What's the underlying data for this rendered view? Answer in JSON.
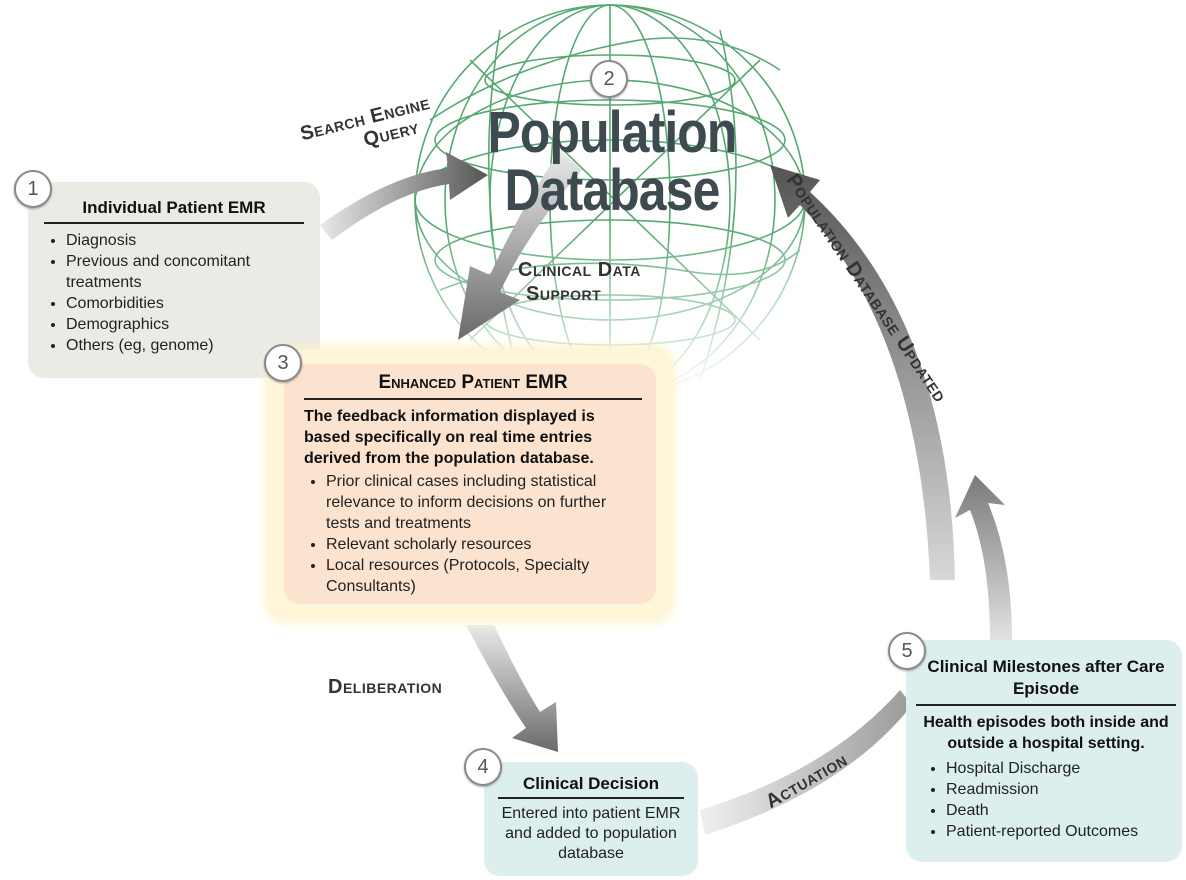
{
  "step_numbers": [
    "1",
    "2",
    "3",
    "4",
    "5"
  ],
  "center": {
    "title_line1": "Population",
    "title_line2": "Database"
  },
  "box1": {
    "title": "Individual Patient EMR",
    "items": [
      "Diagnosis",
      "Previous and concomitant treatments",
      "Comorbidities",
      "Demographics",
      "Others (eg, genome)"
    ]
  },
  "box3": {
    "title": "Enhanced Patient EMR",
    "intro": "The feedback information displayed is based specifically on real time entries derived from the population database.",
    "items": [
      "Prior clinical cases including statistical relevance to inform decisions on further tests and treatments",
      "Relevant scholarly resources",
      "Local resources (Protocols, Specialty Consultants)"
    ]
  },
  "box4": {
    "title": "Clinical Decision",
    "body": "Entered into patient EMR and added to population database"
  },
  "box5": {
    "title": "Clinical Milestones after Care Episode",
    "intro": "Health episodes both inside and outside a hospital setting.",
    "items": [
      "Hospital Discharge",
      "Readmission",
      "Death",
      "Patient-reported Outcomes"
    ]
  },
  "arrow_labels": {
    "search_engine_query_1": "Search Engine",
    "search_engine_query_2": "Query",
    "clinical_data_support_1": "Clinical Data",
    "clinical_data_support_2": "Support",
    "deliberation": "Deliberation",
    "actuation": "Actuation",
    "population_database_updated": "Population Database Updated"
  },
  "colors": {
    "box1_bg": "#ebebe6",
    "box3_bg": "#fbe3cf",
    "box3_glow": "#fff6d9",
    "box4_bg": "#ddeeee",
    "box5_bg": "#ddeeee",
    "globe": "#3a9a5a",
    "arrow": "#6c6c6c"
  }
}
